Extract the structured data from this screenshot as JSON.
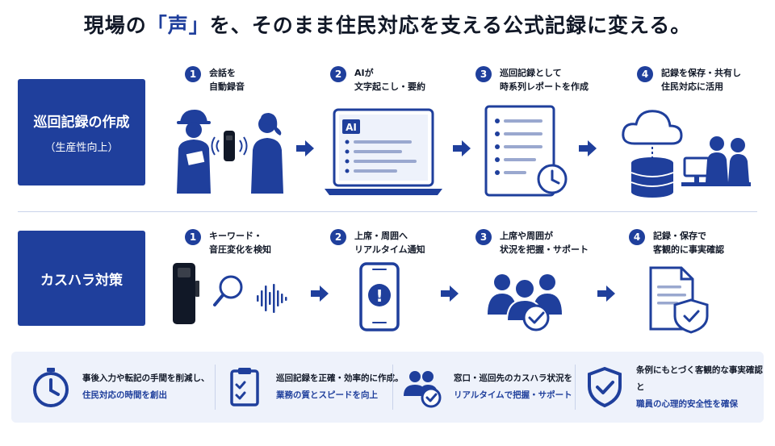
{
  "title": {
    "pre": "現場の",
    "highlight": "「声」",
    "post": "を、そのまま住民対応を支える公式記録に変える。"
  },
  "rows": [
    {
      "label": "巡回記録の作成",
      "sublabel": "（生産性向上）",
      "steps": [
        {
          "num": "1",
          "line1": "会話を",
          "line2": "自動録音"
        },
        {
          "num": "2",
          "line1": "AIが",
          "line2": "文字起こし・要約"
        },
        {
          "num": "3",
          "line1": "巡回記録として",
          "line2": "時系列レポートを作成"
        },
        {
          "num": "4",
          "line1": "記録を保存・共有し",
          "line2": "住民対応に活用"
        }
      ]
    },
    {
      "label": "カスハラ対策",
      "sublabel": "",
      "steps": [
        {
          "num": "1",
          "line1": "キーワード・",
          "line2": "音圧変化を検知"
        },
        {
          "num": "2",
          "line1": "上席・周囲へ",
          "line2": "リアルタイム通知"
        },
        {
          "num": "3",
          "line1": "上席や周囲が",
          "line2": "状況を把握・サポート"
        },
        {
          "num": "4",
          "line1": "記録・保存で",
          "line2": "客観的に事実確認"
        }
      ]
    }
  ],
  "ai_badge": "AI",
  "alert_mark": "!",
  "benefits": [
    {
      "icon": "stopwatch-icon",
      "line1": "事後入力や転記の手間を削減し、",
      "line2": "住民対応の時間を創出"
    },
    {
      "icon": "clipboard-check-icon",
      "line1": "巡回記録を正確・効率的に作成。",
      "line2": "業務の質とスピードを向上"
    },
    {
      "icon": "team-check-icon",
      "line1": "窓口・巡回先のカスハラ状況を",
      "line2": "リアルタイムで把握・サポート"
    },
    {
      "icon": "shield-check-icon",
      "line1": "条例にもとづく客観的な事実確認と",
      "line2": "職員の心理的安全性を確保"
    }
  ],
  "colors": {
    "primary": "#1f3f9c",
    "light_bg": "#eef2fb",
    "divider": "#c9d3ea"
  }
}
